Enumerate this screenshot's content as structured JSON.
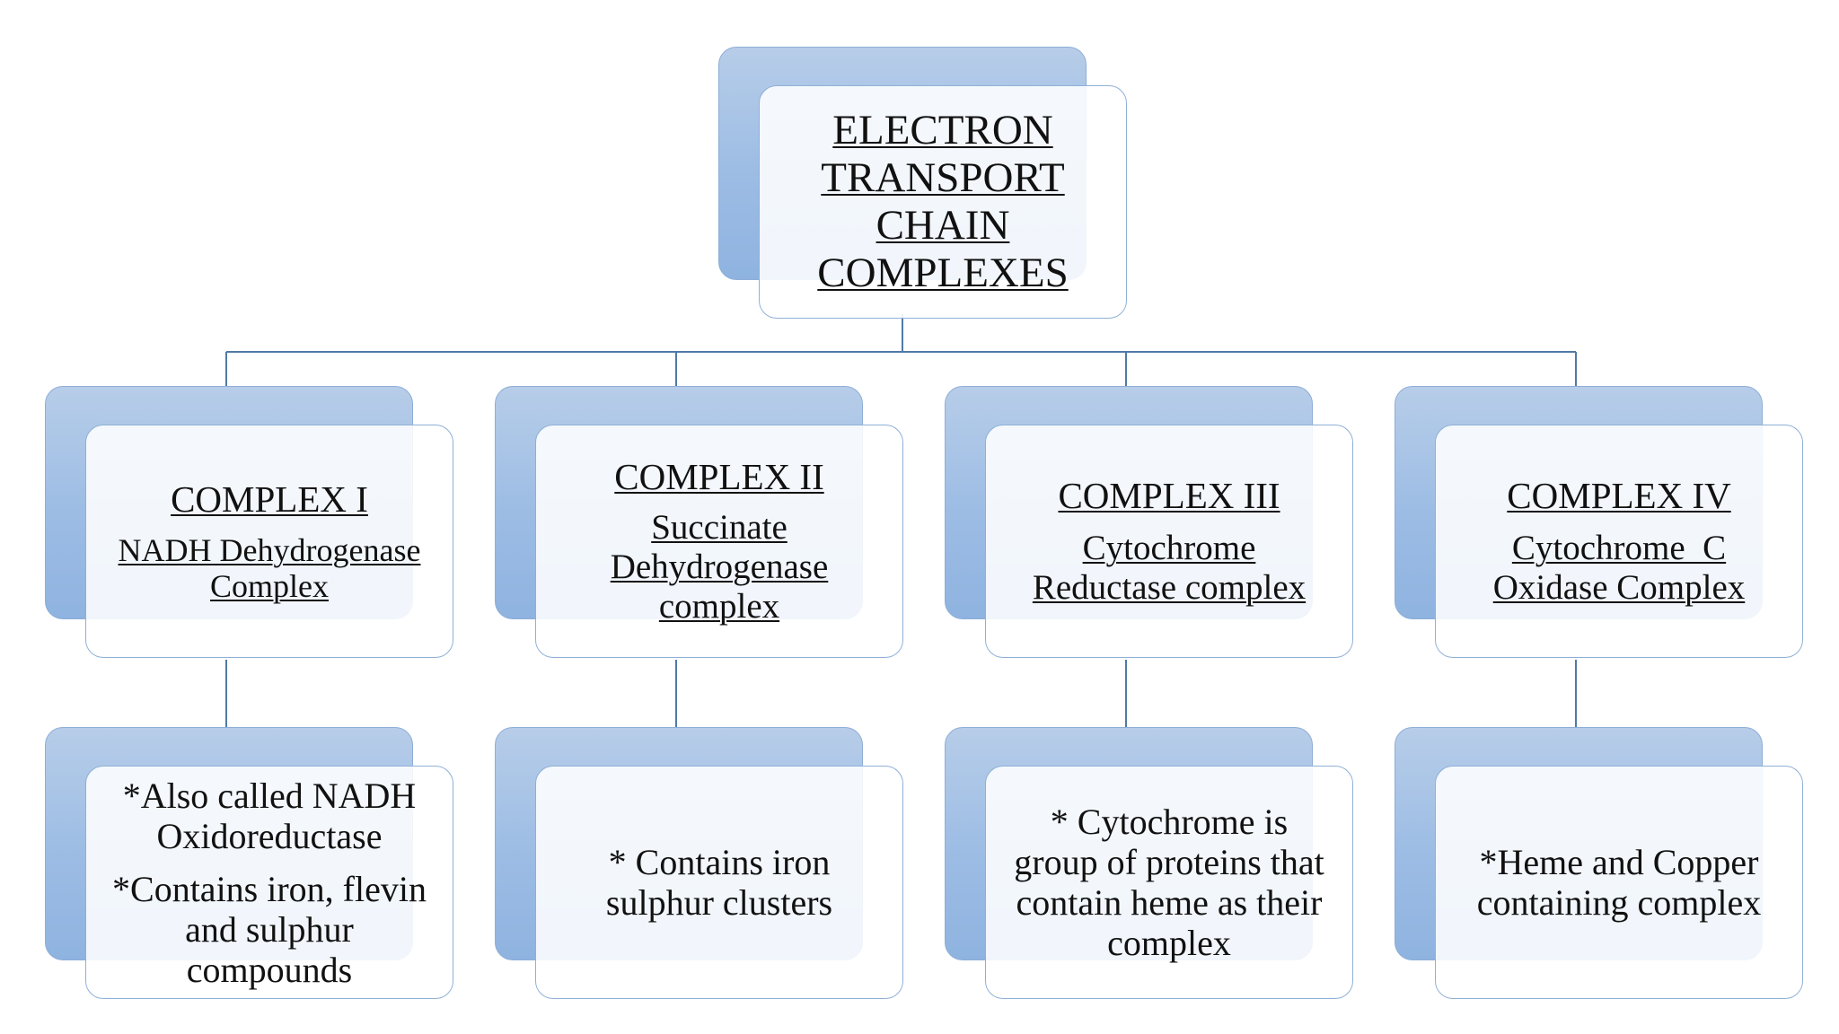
{
  "root": {
    "title_lines": [
      "ELECTRON",
      "TRANSPORT",
      "CHAIN",
      "COMPLEXES"
    ]
  },
  "complexes": [
    {
      "title": "COMPLEX I",
      "subtitle": [
        "NADH Dehydrogenase",
        "Complex"
      ],
      "description": [
        "*Also called NADH Oxidoreductase",
        "*Contains iron, flevin and sulphur compounds"
      ]
    },
    {
      "title": "COMPLEX II",
      "subtitle": [
        "Succinate",
        "Dehydrogenase",
        "complex"
      ],
      "description": [
        "* Contains iron sulphur clusters"
      ]
    },
    {
      "title": "COMPLEX III",
      "subtitle": [
        "Cytochrome",
        "Reductase complex"
      ],
      "description": [
        "* Cytochrome is group of proteins that contain heme as their complex"
      ]
    },
    {
      "title": "COMPLEX IV",
      "subtitle": [
        "Cytochrome  C",
        "Oxidase Complex"
      ],
      "description": [
        "*Heme and Copper containing complex"
      ]
    }
  ],
  "colors": {
    "box_back": "#9cbce4",
    "box_border": "#8fb0d6",
    "connector": "#4f7aa6",
    "text": "#111111"
  }
}
